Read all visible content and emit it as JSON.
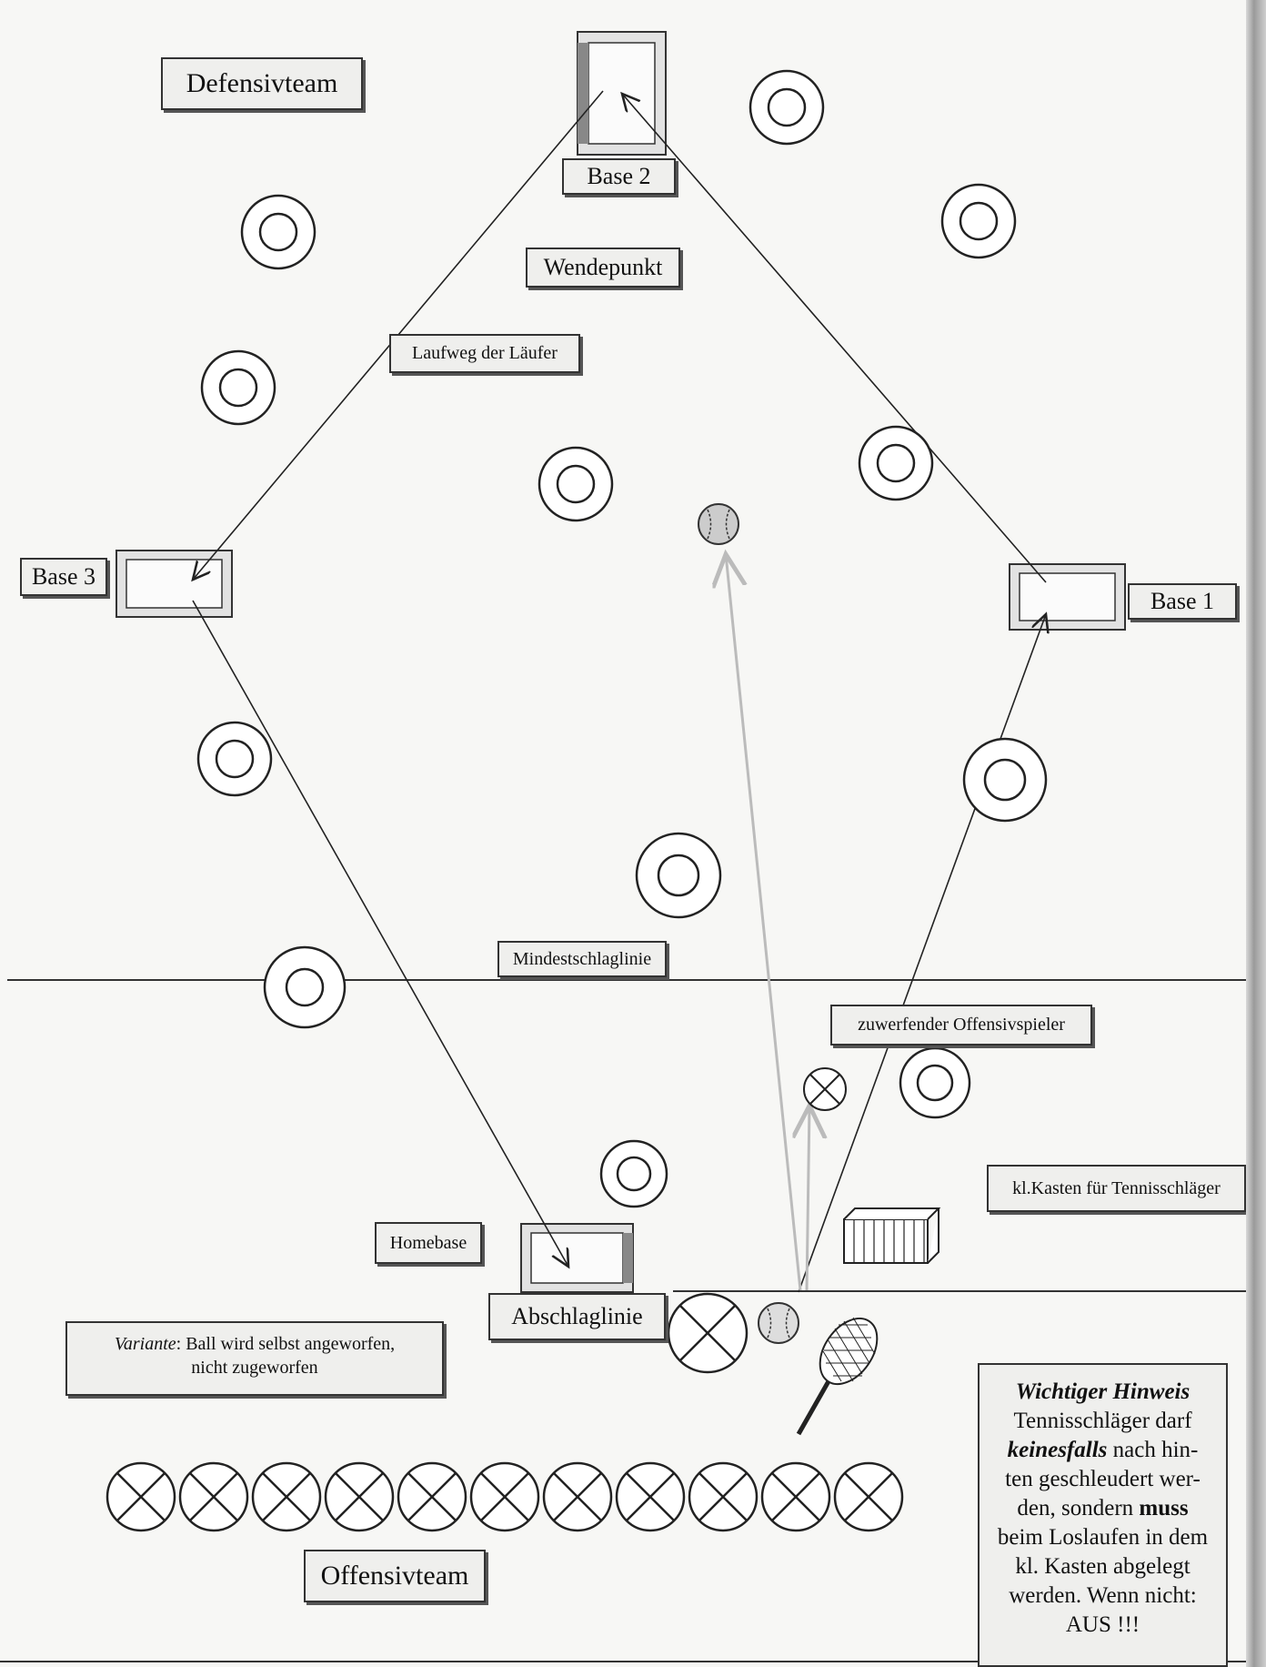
{
  "labels": {
    "defensive_team": "Defensivteam",
    "base2": "Base 2",
    "turning_point": "Wendepunkt",
    "runner_path": "Laufweg der Läufer",
    "base3": "Base 3",
    "base1": "Base 1",
    "min_hit_line": "Mindestschlaglinie",
    "pitcher": "zuwerfender Offensivspieler",
    "racket_box": "kl.Kasten für Tennisschläger",
    "homebase": "Homebase",
    "hit_line": "Abschlaglinie",
    "offensive_team": "Offensivteam"
  },
  "variant": {
    "lead": "Variante",
    "text1": ": Ball wird selbst angeworfen,",
    "text2": "nicht zugeworfen"
  },
  "note": {
    "title": "Wichtiger Hinweis",
    "l1": "Tennisschläger darf",
    "l2b": "keinesfalls",
    "l2": " nach hin-",
    "l3": "ten geschleudert wer-",
    "l4": "den, sondern ",
    "l4b": "muss",
    "l5": "beim Loslaufen in dem",
    "l6": "kl. Kasten abgelegt",
    "l7": "werden. Wenn nicht:",
    "l8": "AUS !!!"
  }
}
